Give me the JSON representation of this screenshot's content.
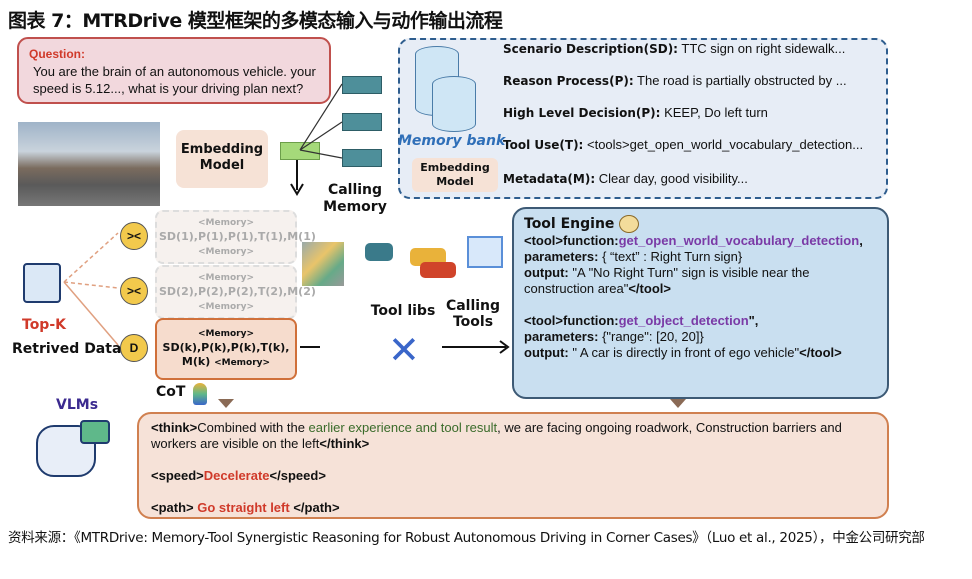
{
  "title": "图表 7：MTRDrive 模型框架的多模态输入与动作输出流程",
  "question": {
    "label": "Question:",
    "text": "You are the brain of an autonomous vehicle. your speed is 5.12..., what is your driving plan next?"
  },
  "embedding_model": "Embedding Model",
  "calling_memory": "Calling Memory",
  "memory_bank": {
    "label": "Memory bank",
    "embedding_model": "Embedding Model",
    "fields": [
      {
        "key": "Scenario Description(SD):",
        "value": "TTC sign on right sidewalk..."
      },
      {
        "key": "Reason Process(P):",
        "value": "The road is partially obstructed by ..."
      },
      {
        "key": "High Level Decision(P):",
        "value": "KEEP, Do left turn"
      },
      {
        "key": "Tool Use(T):",
        "value": "<tools>get_open_world_vocabulary_detection..."
      },
      {
        "key": "Metadata(M):",
        "value": "Clear day, good visibility..."
      }
    ]
  },
  "retrieval": {
    "top_k": "Top-K",
    "retrieved": "Retrived Data",
    "items": [
      {
        "open": "<Memory>",
        "body": "SD(1),P(1),P(1),T(1),M(1)",
        "close": "<Memory>"
      },
      {
        "open": "<Memory>",
        "body": "SD(2),P(2),P(2),T(2),M(2)",
        "close": "<Memory>"
      },
      {
        "open": "<Memory>",
        "body": "SD(k),P(k),P(k),T(k), M(k)",
        "close": "<Memory>"
      }
    ]
  },
  "tool_libs": "Tool libs",
  "calling_tools": "Calling Tools",
  "tool_engine": {
    "title": "Tool Engine",
    "call1": {
      "prefix": "<tool>function:",
      "fn": "get_open_world_vocabulary_detection",
      "suffix": ",",
      "params_label": "parameters:",
      "params": "{ “text” : Right Turn sign}",
      "output_label": "output:",
      "output": "\"A \"No Right Turn\" sign is visible near the construction area\"",
      "close": "</tool>"
    },
    "call2": {
      "prefix": "<tool>function:",
      "fn": "get_object_detection",
      "suffix": "\",",
      "params_label": "parameters:",
      "params": "{\"range\": [20, 20]}",
      "output_label": "output:",
      "output": "\" A car is directly in front of ego vehicle\"",
      "close": "</tool>"
    }
  },
  "vlms": "VLMs",
  "cot": "CoT",
  "output": {
    "think_open": "<think>",
    "think_a": "Combined with the ",
    "think_hl": "earlier experience and tool result",
    "think_b": ", we are facing ongoing roadwork, Construction barriers and workers are  visible on the left",
    "think_close": "</think>",
    "speed_open": "<speed>",
    "speed": "Decelerate",
    "speed_close": "</speed>",
    "path_open": "<path> ",
    "path": "Go straight left",
    "path_close": " </path>"
  },
  "footer": "资料来源：《MTRDrive: Memory-Tool Synergistic Reasoning for Robust Autonomous Driving in Corner Cases》（Luo et al., 2025），中金公司研究部",
  "colors": {
    "red": "#d03a2a",
    "purple": "#7a3aa6",
    "green": "#3a6b2a",
    "tool_bg": "#c9dff0",
    "memory_bg": "#e7edf6",
    "output_bg": "#f6e2d8"
  }
}
